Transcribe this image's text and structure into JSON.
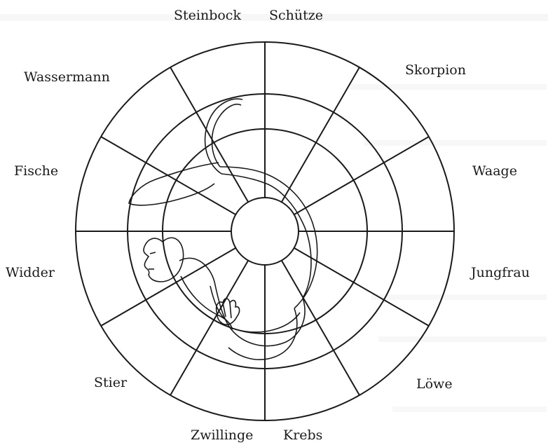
{
  "zodiac_labels": {
    "steinbock": "Steinbock",
    "schuetze": "Schütze",
    "skorpion": "Skorpion",
    "waage": "Waage",
    "jungfrau": "Jungfrau",
    "loewe": "Löwe",
    "krebs": "Krebs",
    "zwillinge": "Zwillinge",
    "stier": "Stier",
    "widder": "Widder",
    "fische": "Fische",
    "wassermann": "Wassermann"
  },
  "colors": {
    "ink": "#1a1a1a",
    "paper": "#ffffff",
    "bleed_through": "#d9d9d9"
  }
}
